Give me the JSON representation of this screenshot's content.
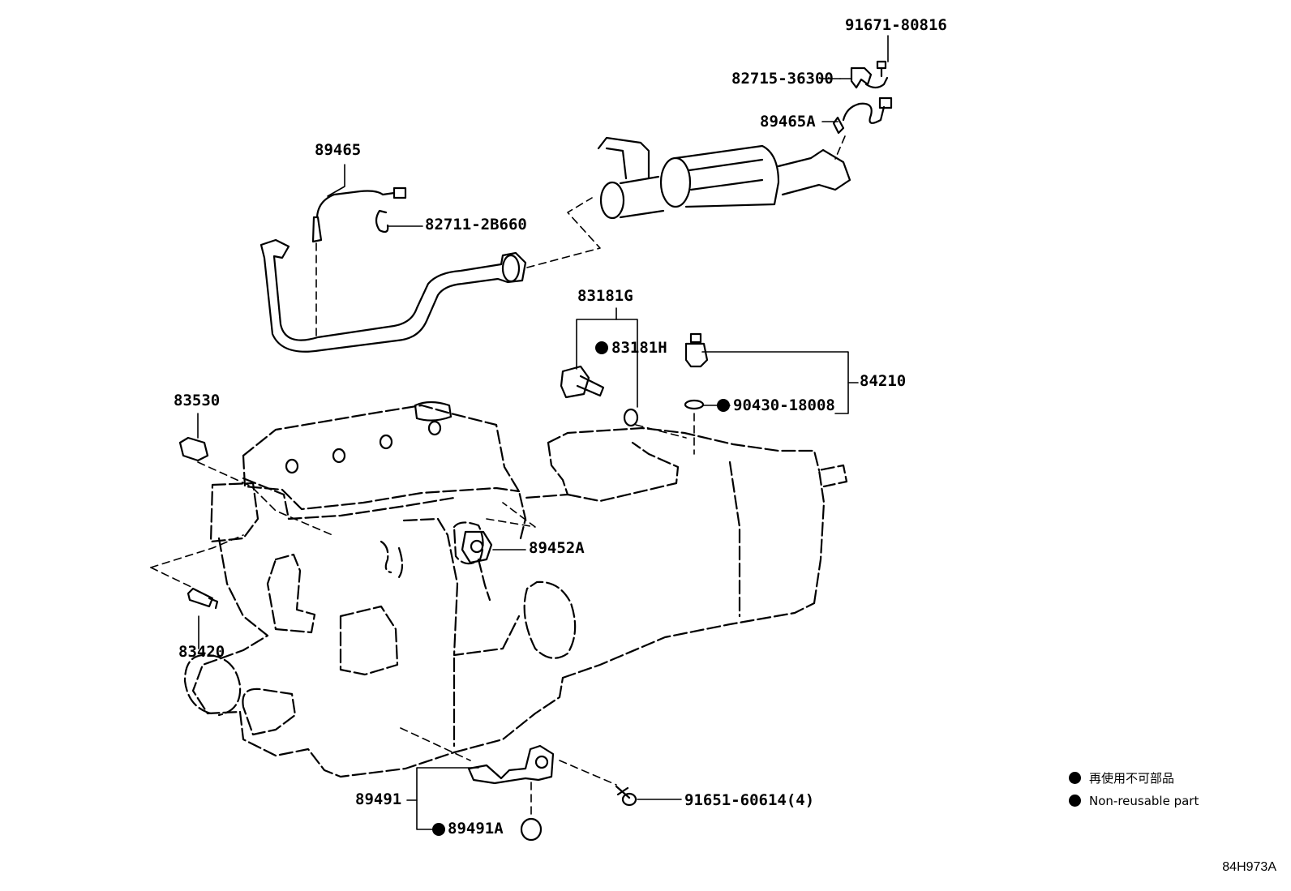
{
  "callouts": {
    "c_91671": "91671-80816",
    "c_82715": "82715-36300",
    "c_89465A": "89465A",
    "c_89465": "89465",
    "c_82711": "82711-2B660",
    "c_83181G": "83181G",
    "c_83181H": "83181H",
    "c_84210": "84210",
    "c_90430": "90430-18008",
    "c_83530": "83530",
    "c_89452A": "89452A",
    "c_83420": "83420",
    "c_89491": "89491",
    "c_89491A": "89491A",
    "c_91651": "91651-60614(4)"
  },
  "legend": {
    "jp": "再使用不可部品",
    "en": "Non-reusable part"
  },
  "diagram_code": "84H973A",
  "colors": {
    "ink": "#000000",
    "paper": "#ffffff"
  }
}
